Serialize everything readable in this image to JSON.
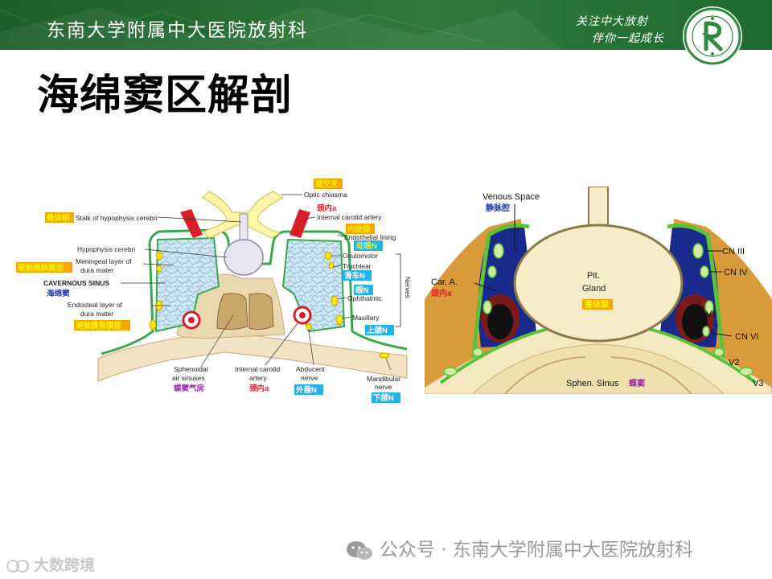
{
  "header": {
    "title": "东南大学附属中大医院放射科",
    "slogan_line1": "关注中大放射",
    "slogan_line2": "伴你一起成长"
  },
  "slide": {
    "title": "海绵窦区解剖"
  },
  "left_figure": {
    "labels": {
      "optic_chiasma": "Optic chiasma",
      "optic_chiasma_cn": "视交叉",
      "internal_carotid_artery": "Internal carotid artery",
      "internal_carotid_cn": "颈内a",
      "stalk": "Stalk of hypophysis cerebri",
      "stalk_cn": "垂体柄",
      "endothelial_lining": "Endothelial lining",
      "endothelial_cn": "内皮层",
      "hypophysis": "Hypophysis cerebri",
      "oculomotor": "Oculomotor",
      "oculomotor_cn": "动眼N",
      "meningeal_1": "Meningeal layer of",
      "meningeal_2": "dura mater",
      "meningeal_cn": "硬脑膜脑膜层",
      "trochlear": "Trochlear",
      "trochlear_cn": "滑车N",
      "cavernous_sinus": "CAVERNOUS SINUS",
      "cavernous_sinus_cn": "海绵窦",
      "nerves": "Nerves",
      "ophthalmic": "Ophthalmic",
      "ophthalmic_cn": "眼N",
      "endosteal_1": "Endosteal layer of",
      "endosteal_2": "dura mater",
      "endosteal_cn": "硬脑膜骨膜层",
      "maxillary": "Maxillary",
      "maxillary_cn": "上颌N",
      "sphenoidal_1": "Sphenoidal",
      "sphenoidal_2": "air sinuses",
      "sphenoidal_cn": "蝶窦气房",
      "ica_bottom_1": "Internal carotid",
      "ica_bottom_2": "artery",
      "ica_bottom_cn": "颈内a",
      "abducent_1": "Abducent",
      "abducent_2": "nerve",
      "abducent_cn": "外展N",
      "mandibular_1": "Mandibular",
      "mandibular_2": "nerve",
      "mandibular_cn": "下颌N"
    }
  },
  "right_figure": {
    "labels": {
      "venous_space": "Venous Space",
      "venous_space_cn": "静脉腔",
      "pit_1": "Pit.",
      "pit_2": "Gland",
      "pit_cn": "垂体腺",
      "car_a": "Car. A.",
      "car_a_cn": "颈内a",
      "cn3": "CN III",
      "cn4": "CN IV",
      "v1": "V1",
      "cn6": "CN VI",
      "v2": "V2",
      "v3": "V3",
      "sphen_sinus": "Sphen. Sinus",
      "sphen_sinus_cn": "蝶窦"
    }
  },
  "footer": {
    "source": "公众号 · 东南大学附属中大医院放射科",
    "watermark": "大数跨境"
  },
  "colors": {
    "header_green": "#2f7a3a",
    "label_highlight": "#f5a800",
    "label_text_yellow": "#fff200",
    "label_cyan_bg": "#1fb4ea",
    "red_label": "#e5202a",
    "blue_label": "#1f3aa8",
    "purple_label": "#9b2aa0",
    "venous_blue": "#1a2a8c",
    "green_lining": "#5dc13a"
  }
}
